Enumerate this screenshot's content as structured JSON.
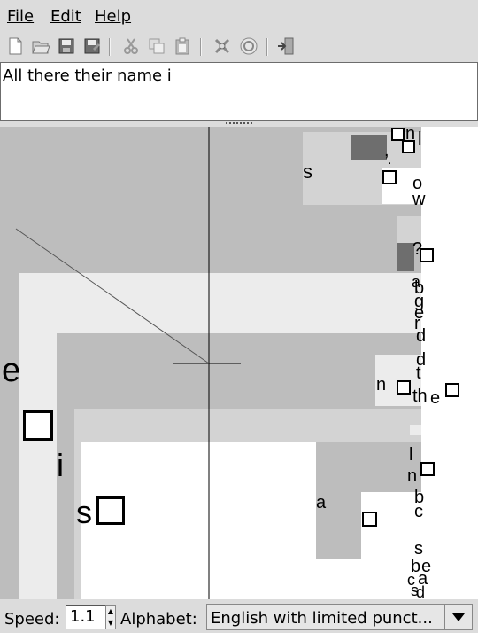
{
  "menu": {
    "file": "File",
    "edit": "Edit",
    "help": "Help"
  },
  "toolbar": {
    "buttons": [
      "new-icon",
      "open-icon",
      "save-icon",
      "save-as-icon",
      "cut-icon",
      "copy-icon",
      "paste-icon",
      "preferences-icon",
      "record-icon",
      "exit-icon"
    ]
  },
  "editor": {
    "text": "All there their name i"
  },
  "canvas": {
    "labels": {
      "s_top": "s",
      "comma": ",",
      "dot": ".",
      "n_top": "n",
      "l_top": "l",
      "o": "o",
      "w": "w",
      "q": "?",
      "a1": "a",
      "b1": "b",
      "g": "g",
      "e1": "e",
      "r": "r",
      "d1": "d",
      "d2": "d",
      "t": "t",
      "n_mid": "n",
      "th": "th",
      "e_mid": "e",
      "e_big": "e",
      "i_big": "i",
      "s_big": "s",
      "l2": "l",
      "n2": "n",
      "b2": "b",
      "c1": "c",
      "a_low": "a",
      "s2": "s",
      "b3": "b",
      "e2": "e",
      "c2": "c",
      "a2": "a",
      "s3": "s",
      "d3": "d"
    }
  },
  "status": {
    "speed_label": "Speed:",
    "speed_value": "1.1",
    "alphabet_label": "Alphabet:",
    "alphabet_value": "English with limited punct..."
  }
}
